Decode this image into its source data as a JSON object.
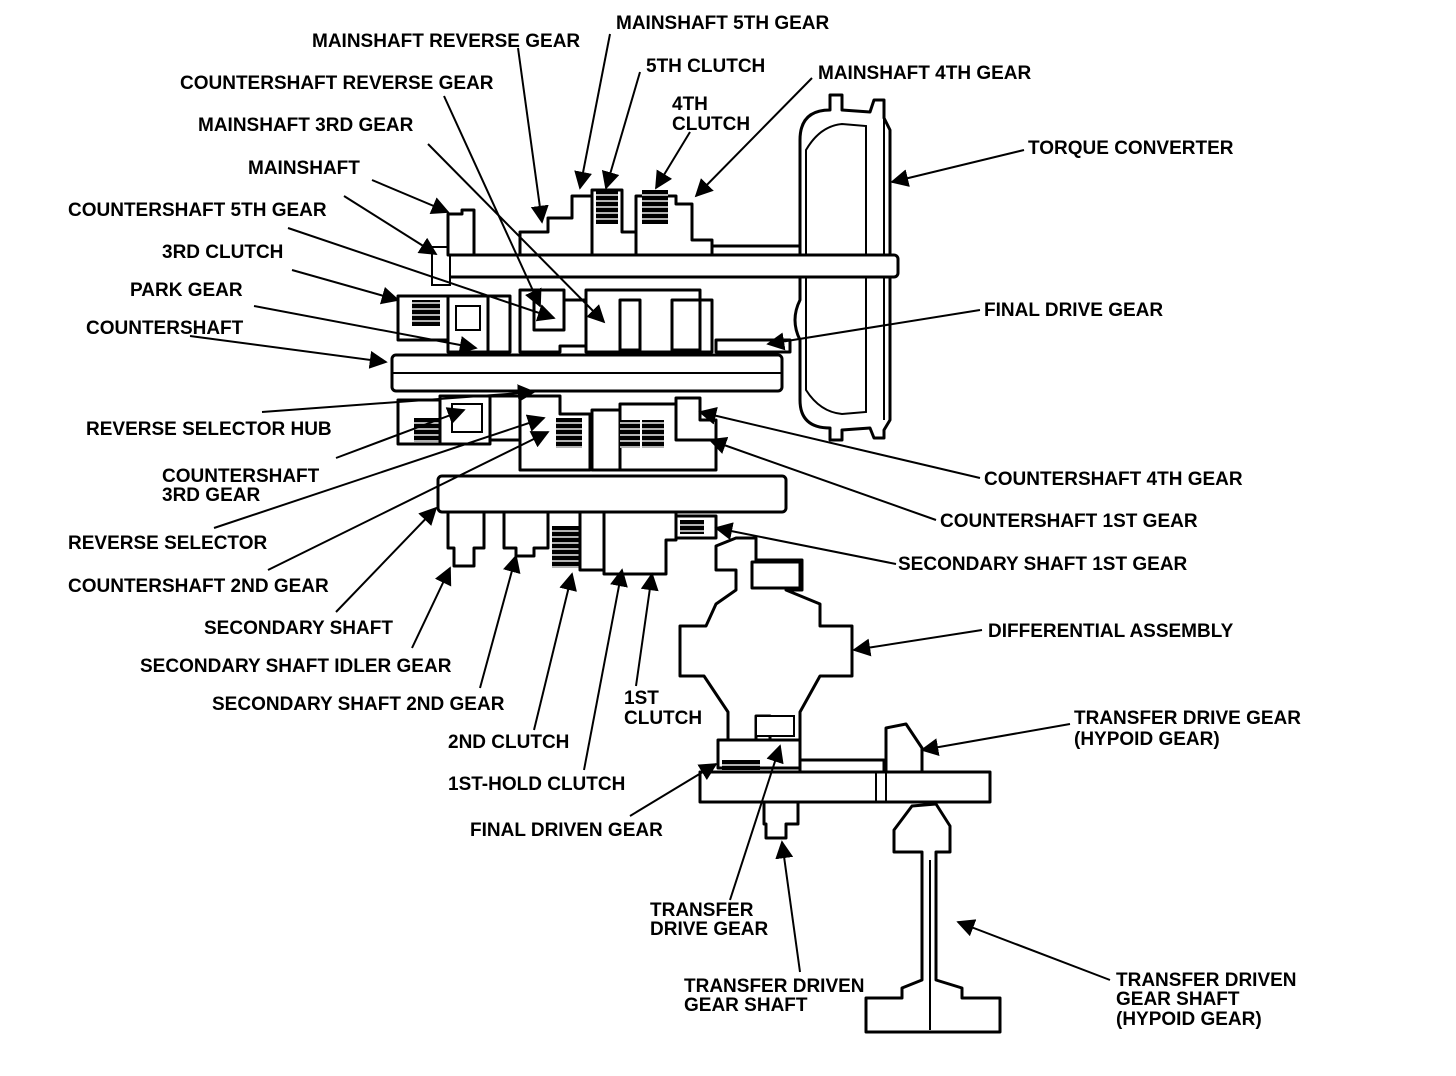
{
  "labels": {
    "mainshaft_5th_gear": "MAINSHAFT 5TH GEAR",
    "mainshaft_reverse_gear": "MAINSHAFT REVERSE GEAR",
    "fifth_clutch": "5TH CLUTCH",
    "mainshaft_4th_gear": "MAINSHAFT 4TH GEAR",
    "countershaft_reverse_gear": "COUNTERSHAFT REVERSE GEAR",
    "fourth_clutch_1": "4TH",
    "fourth_clutch_2": "CLUTCH",
    "mainshaft_3rd_gear": "MAINSHAFT 3RD GEAR",
    "torque_converter": "TORQUE CONVERTER",
    "mainshaft": "MAINSHAFT",
    "countershaft_5th_gear": "COUNTERSHAFT 5TH GEAR",
    "third_clutch": "3RD CLUTCH",
    "park_gear": "PARK GEAR",
    "final_drive_gear": "FINAL DRIVE GEAR",
    "countershaft": "COUNTERSHAFT",
    "reverse_selector_hub": "REVERSE SELECTOR HUB",
    "countershaft_3rd_gear_1": "COUNTERSHAFT",
    "countershaft_3rd_gear_2": "3RD GEAR",
    "countershaft_4th_gear": "COUNTERSHAFT 4TH GEAR",
    "countershaft_1st_gear": "COUNTERSHAFT 1ST GEAR",
    "reverse_selector": "REVERSE SELECTOR",
    "secondary_shaft_1st_gear": "SECONDARY SHAFT 1ST GEAR",
    "countershaft_2nd_gear": "COUNTERSHAFT 2ND GEAR",
    "secondary_shaft": "SECONDARY SHAFT",
    "differential_assembly": "DIFFERENTIAL ASSEMBLY",
    "secondary_shaft_idler_gear": "SECONDARY SHAFT IDLER GEAR",
    "first_clutch_1": "1ST",
    "first_clutch_2": "CLUTCH",
    "secondary_shaft_2nd_gear": "SECONDARY SHAFT 2ND GEAR",
    "transfer_drive_gear_hypoid_1": "TRANSFER DRIVE GEAR",
    "transfer_drive_gear_hypoid_2": "(HYPOID GEAR)",
    "second_clutch": "2ND CLUTCH",
    "first_hold_clutch": "1ST-HOLD CLUTCH",
    "final_driven_gear": "FINAL DRIVEN GEAR",
    "transfer_drive_gear_1": "TRANSFER",
    "transfer_drive_gear_2": "DRIVE GEAR",
    "transfer_driven_gear_shaft_1": "TRANSFER DRIVEN",
    "transfer_driven_gear_shaft_2": "GEAR SHAFT",
    "transfer_driven_gear_shaft_hypoid_1": "TRANSFER DRIVEN",
    "transfer_driven_gear_shaft_hypoid_2": "GEAR SHAFT",
    "transfer_driven_gear_shaft_hypoid_3": "(HYPOID GEAR)"
  },
  "colors": {
    "ink": "#000000",
    "paper": "#ffffff"
  }
}
